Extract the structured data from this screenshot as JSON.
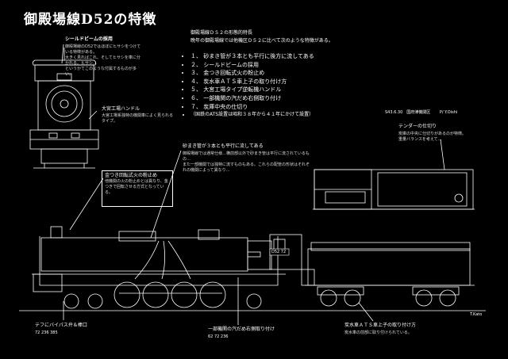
{
  "title": "御殿場線D52の特徴",
  "intro": {
    "heading": "御殿場線ＤＳ２の形態的特長",
    "line": "晩年の御殿場線では他機区Ｄ５２に比べて次のような特徴がある。"
  },
  "features": [
    "１、 砂まき管が３本とも平行に後方に流してある",
    "２、 シールドビームの採用",
    "３、 金つき回転式火の粉止め",
    "４、 炭水車ＡＴＳ車上子の取り付け方",
    "５、 大宮工場タイプ逆転機ハンドル",
    "６、 一部機関の汽だめ右側取り付け",
    "７、 炭庫中央の仕切り",
    "（国鉄のATS設置は昭和３８年から４１年にかけて設置）"
  ],
  "date_line": "S43.6.30　国府津機関区　　 P/ Y.Oishi",
  "callouts": {
    "sealed_beam": {
      "title": "シールドビームの採用",
      "body": "御殿場線のD52ではほぼにヒサシをつけている特徴がある。\n大きく見ればこれ、そしてヒサシを車に分かれる。ヒサシ…\nというかてこのような付属するものが多い。"
    },
    "reverser": {
      "title": "大宮工場ハンドル",
      "body": "大宮工場系独特の機関車によく見られるタイプ。"
    },
    "sandpipe": {
      "title": "砂まき管が３本とも平行に流してある",
      "body": "御殿場線では通常仕様…横前部以外で砂まき管は平行に流されているもの…\nまた一部機関では独特に流すものもある。これらの配管の形状はそれぞれの機関によって異なり…"
    },
    "spark_arrester": {
      "title": "金つき回転式火の粉止め",
      "body": "他機関の火の粉止めとは異なり、金つきで回転させる方式となっている。"
    },
    "tender_divider": {
      "title": "テンダーの仕切り",
      "body": "炭庫の中央に仕切りがあるのが特徴。\n重量バランスを考えて…"
    },
    "bypass_valve": {
      "title": "テフにバイパス弁＆棒口",
      "numbers": "72  236  385"
    },
    "steam_dome": {
      "title": "一部機関の汽だめ右側取り付け",
      "numbers": "62  72  236"
    },
    "ats": {
      "title": "炭水車ＡＴＳ車上子の取り付け方",
      "body": "炭水車の前部に取り付けられている。"
    }
  },
  "loco_number": "D52 72",
  "signature": "T.Kato"
}
